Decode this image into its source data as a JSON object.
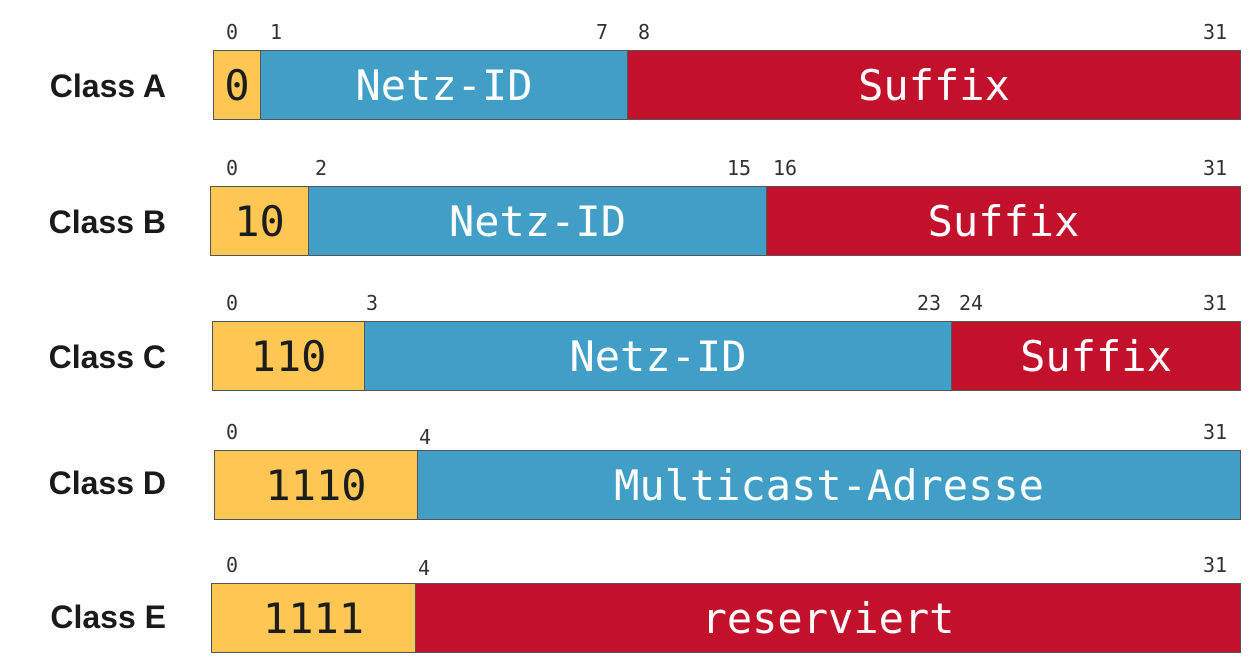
{
  "rows": [
    {
      "label": "Class A",
      "bits": [
        "0",
        "1",
        "7",
        "8",
        "31"
      ],
      "segments": [
        {
          "text": "0",
          "kind": "prefix"
        },
        {
          "text": "Netz-ID",
          "kind": "blue"
        },
        {
          "text": "Suffix",
          "kind": "red"
        }
      ]
    },
    {
      "label": "Class B",
      "bits": [
        "0",
        "2",
        "15",
        "16",
        "31"
      ],
      "segments": [
        {
          "text": "10",
          "kind": "prefix"
        },
        {
          "text": "Netz-ID",
          "kind": "blue"
        },
        {
          "text": "Suffix",
          "kind": "red"
        }
      ]
    },
    {
      "label": "Class C",
      "bits": [
        "0",
        "3",
        "23",
        "24",
        "31"
      ],
      "segments": [
        {
          "text": "110",
          "kind": "prefix"
        },
        {
          "text": "Netz-ID",
          "kind": "blue"
        },
        {
          "text": "Suffix",
          "kind": "red"
        }
      ]
    },
    {
      "label": "Class D",
      "bits": [
        "0",
        "4",
        "31"
      ],
      "segments": [
        {
          "text": "1110",
          "kind": "prefix"
        },
        {
          "text": "Multicast-Adresse",
          "kind": "blue"
        }
      ]
    },
    {
      "label": "Class E",
      "bits": [
        "0",
        "4",
        "31"
      ],
      "segments": [
        {
          "text": "1111",
          "kind": "prefix"
        },
        {
          "text": "reserviert",
          "kind": "red"
        }
      ]
    }
  ],
  "colors": {
    "prefix": "#fec753",
    "network": "#419fc7",
    "suffix": "#c3112c"
  }
}
